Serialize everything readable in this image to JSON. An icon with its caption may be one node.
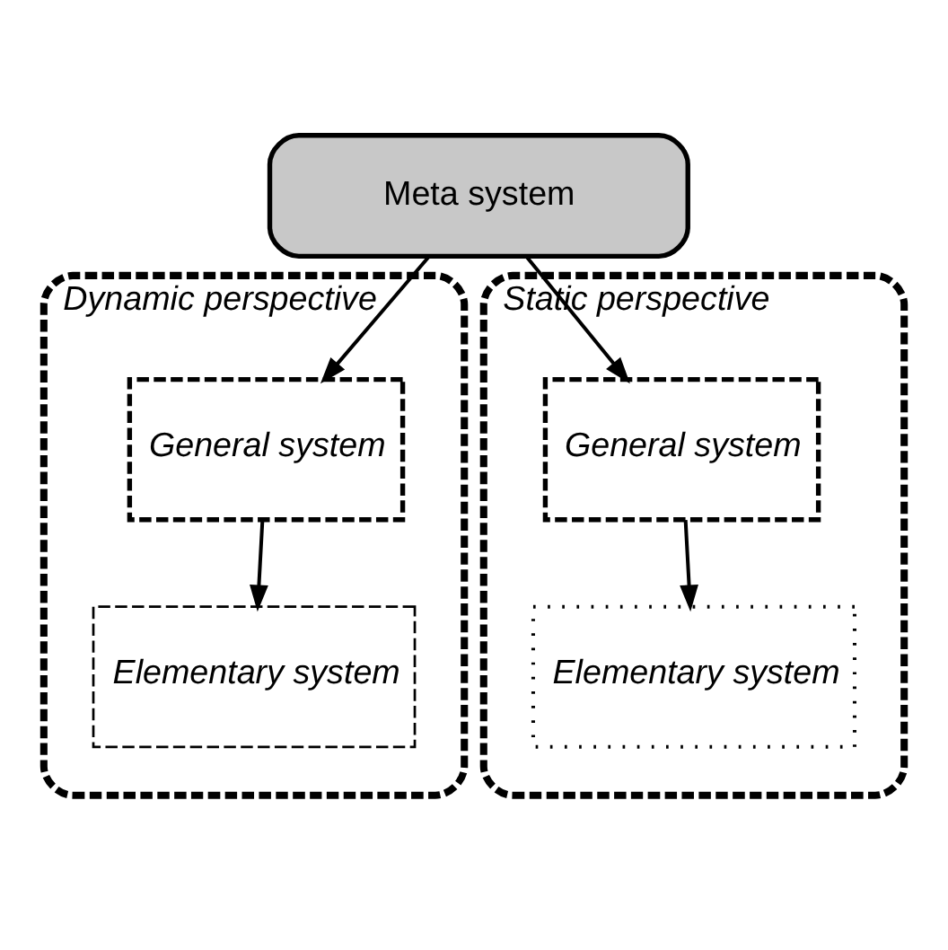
{
  "diagram": {
    "nodes": [
      {
        "text": [
          "Meta system"
        ]
      },
      {
        "text": [
          "Dynamic perspective"
        ]
      },
      {
        "text": [
          "General system"
        ],
        "in": 1
      },
      {
        "text": [
          "Elementary system"
        ],
        "in": 1
      },
      {
        "text": [
          "Static perspective"
        ]
      },
      {
        "text": [
          "General system"
        ],
        "in": 4
      },
      {
        "text": [
          "Elementary system"
        ],
        "in": 4
      }
    ],
    "edges": [
      {
        "from": 0,
        "to": 2,
        "arrow": "to"
      },
      {
        "from": 0,
        "to": 5,
        "arrow": "to"
      },
      {
        "from": 2,
        "to": 3,
        "arrow": "to"
      },
      {
        "from": 5,
        "to": 6,
        "arrow": "to"
      }
    ]
  }
}
